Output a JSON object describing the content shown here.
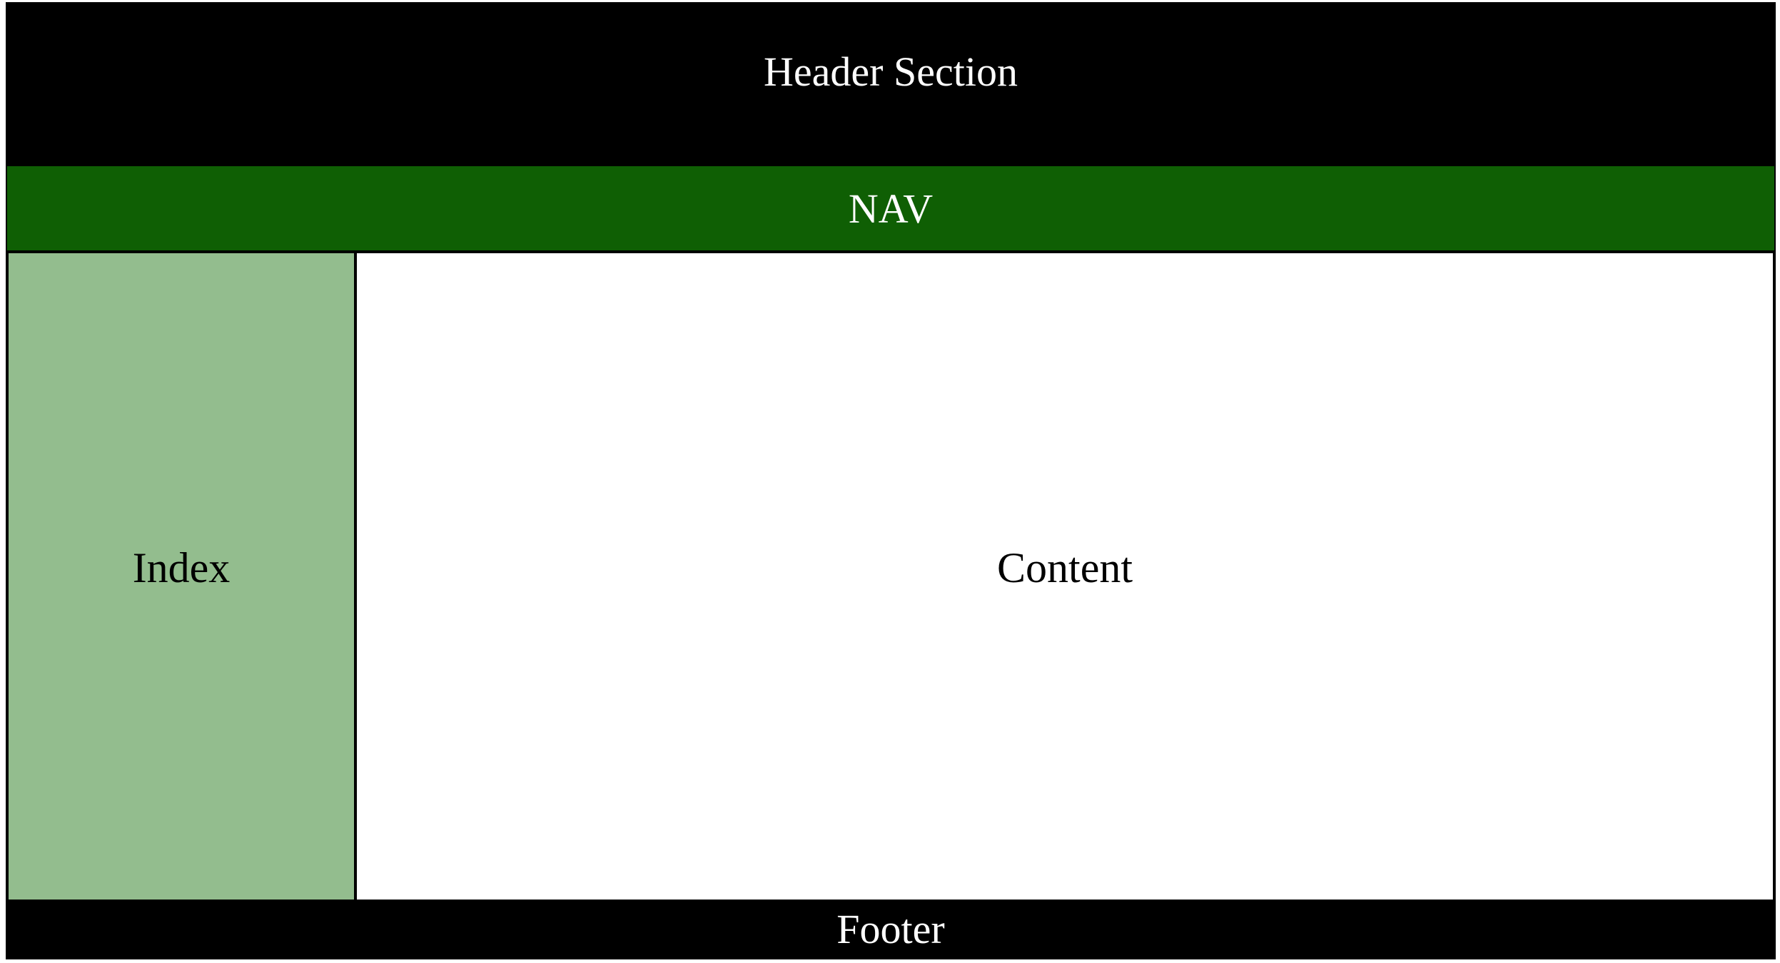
{
  "header": {
    "title": "Header Section",
    "background": "#000000",
    "text_color": "#ffffff"
  },
  "nav": {
    "label": "NAV",
    "background": "#0f5f04",
    "text_color": "#ffffff"
  },
  "sidebar": {
    "label": "Index",
    "background": "#93bd8e",
    "text_color": "#000000"
  },
  "main": {
    "label": "Content",
    "background": "#ffffff",
    "text_color": "#000000"
  },
  "footer": {
    "label": "Footer",
    "background": "#000000",
    "text_color": "#ffffff"
  }
}
